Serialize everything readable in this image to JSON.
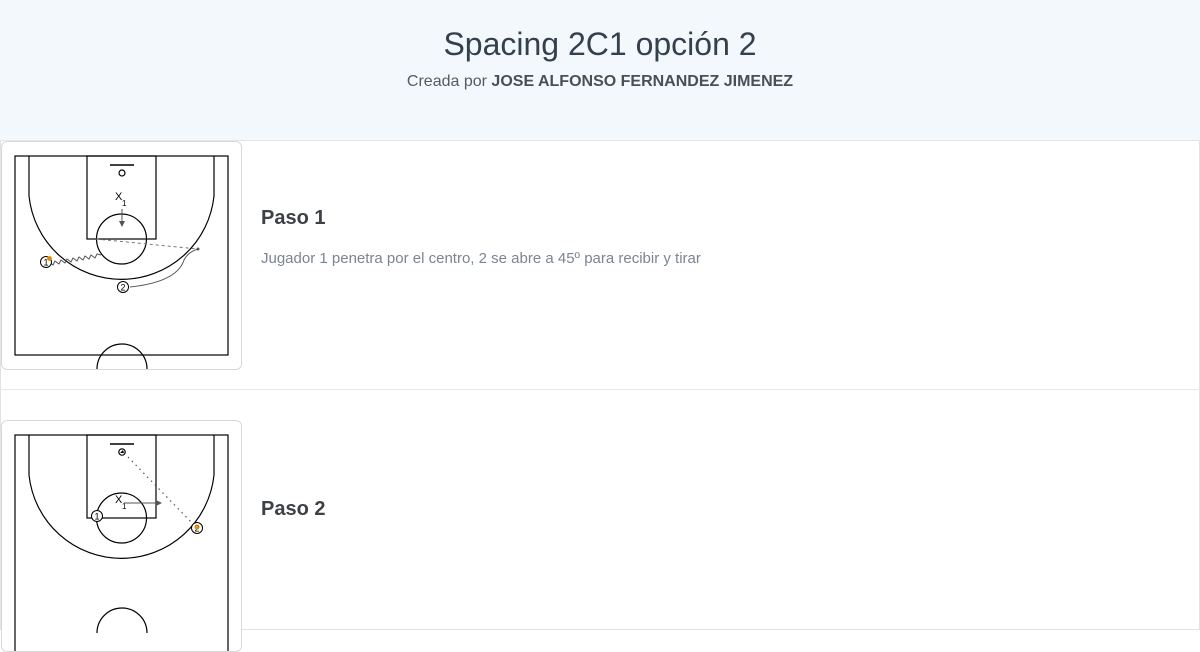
{
  "play": {
    "title": "Spacing 2C1 opción 2",
    "created_by_prefix": "Creada por",
    "author": "JOSE ALFONSO FERNANDEZ JIMENEZ"
  },
  "steps": [
    {
      "title": "Paso 1",
      "description": "Jugador 1 penetra por el centro, 2 se abre a 45º para recibir y tirar",
      "players": {
        "p1": "1",
        "p2": "2",
        "defender": "X",
        "defender_sub": "1"
      }
    },
    {
      "title": "Paso 2",
      "description": "",
      "players": {
        "p1": "1",
        "p2": "2",
        "defender": "X",
        "defender_sub": "1"
      }
    }
  ],
  "colors": {
    "header_bg": "#f3f8fd",
    "title": "#34404d",
    "description": "#7a8591",
    "ball": "#e08a00"
  }
}
